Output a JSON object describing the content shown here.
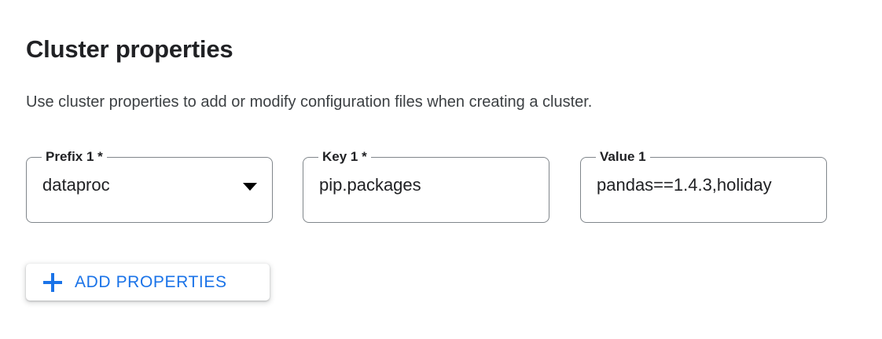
{
  "page": {
    "title": "Cluster properties",
    "description": "Use cluster properties to add or modify configuration files when creating a cluster."
  },
  "fields": [
    {
      "name": "prefix",
      "label": "Prefix 1 *",
      "value": "dataproc",
      "control": "select",
      "icon": "dropdown-arrow-icon",
      "required": true
    },
    {
      "name": "key",
      "label": "Key 1 *",
      "value": "pip.packages",
      "control": "text",
      "required": true
    },
    {
      "name": "value",
      "label": "Value 1",
      "value": "pandas==1.4.3,holiday",
      "control": "text",
      "required": false
    }
  ],
  "add_button": {
    "label": "ADD PROPERTIES",
    "icon": "plus-icon"
  },
  "colors": {
    "accent": "#1a73e8",
    "text": "#202124",
    "secondary_text": "#3c4043",
    "border": "#80868b",
    "background": "#ffffff"
  }
}
